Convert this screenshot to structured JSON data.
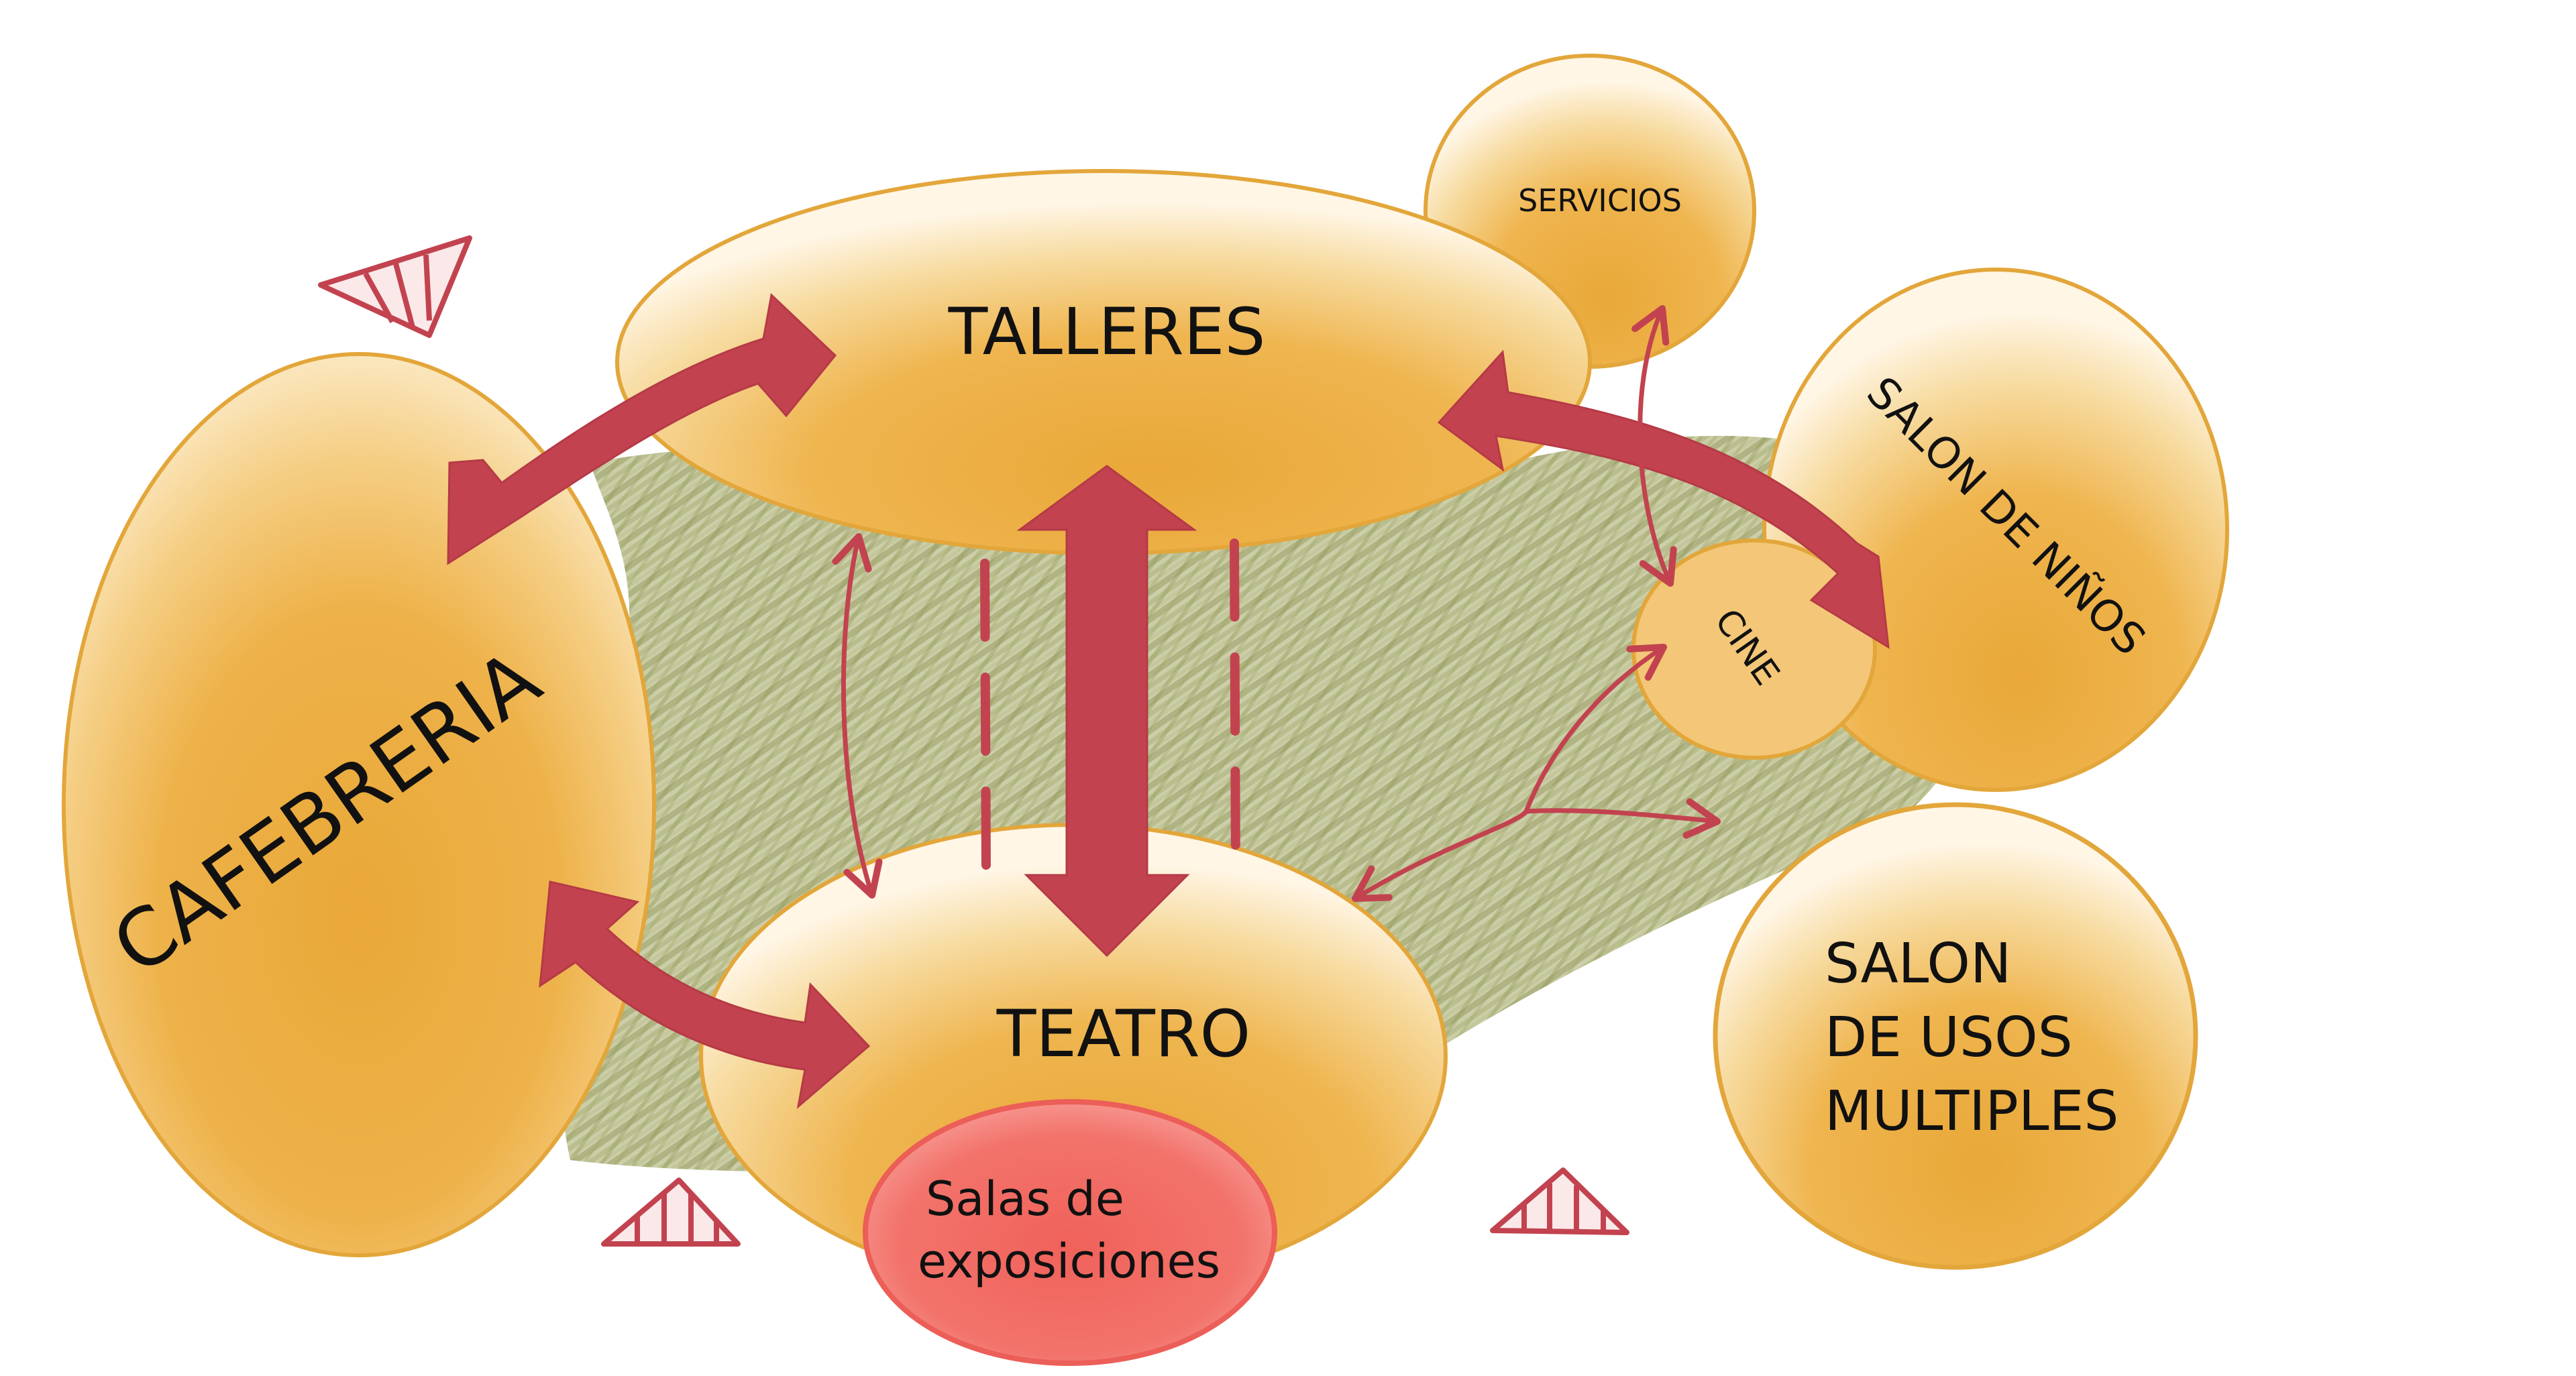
{
  "diagram": {
    "zones": [
      {
        "id": "talleres",
        "label": "TALLERES",
        "color": "#ecac3e"
      },
      {
        "id": "servicios",
        "label": "SERVICIOS",
        "color": "#ecac3e"
      },
      {
        "id": "salon-ninos",
        "label": "SALON DE NIÑOS",
        "color": "#ecac3e"
      },
      {
        "id": "cine",
        "label": "CINE",
        "color": "#ecac3e"
      },
      {
        "id": "cafebreria",
        "label": "CAFEBRERIA",
        "color": "#ecac3e"
      },
      {
        "id": "teatro",
        "label": "TEATRO",
        "color": "#ecac3e"
      },
      {
        "id": "salas-exposiciones",
        "label_lines": [
          "Salas de",
          "exposiciones"
        ],
        "color": "#f06a64"
      },
      {
        "id": "salon-usos-multiples",
        "label_lines": [
          "SALON",
          "DE USOS",
          "MULTIPLES"
        ],
        "color": "#ecac3e"
      }
    ],
    "connections": [
      {
        "from": "cafebreria",
        "to": "talleres",
        "style": "thick-double"
      },
      {
        "from": "talleres",
        "to": "teatro",
        "style": "thick-double"
      },
      {
        "from": "cafebreria",
        "to": "teatro",
        "style": "thick-double"
      },
      {
        "from": "talleres",
        "to": "salon-ninos",
        "style": "thick-double"
      },
      {
        "from": "talleres",
        "to": "teatro",
        "style": "thin-curved"
      },
      {
        "from": "servicios",
        "to": "cine",
        "style": "thin-curved"
      },
      {
        "from": "teatro",
        "to": "cine",
        "style": "thin-branch"
      },
      {
        "from": "teatro",
        "to": "salon-usos-multiples",
        "style": "thin-branch"
      }
    ],
    "entrance_markers": 3,
    "colors": {
      "zone_fill": "#ecac3e",
      "zone_outline": "#e3a63a",
      "arrow": "#c2434f",
      "hatch": "#9aa062",
      "expo_fill": "#f06a64",
      "expo_outline": "#e86058"
    }
  }
}
